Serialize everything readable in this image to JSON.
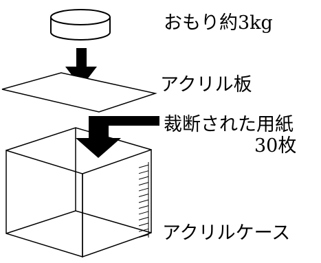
{
  "labels": {
    "weight": "おもり約3kg",
    "acrylic_plate": "アクリル板",
    "cut_paper": "裁断された用紙",
    "paper_count": "30枚",
    "acrylic_case": "アクリルケース"
  },
  "colors": {
    "line": "#000000",
    "background": "#ffffff"
  },
  "scale": {
    "tick_count": 13
  }
}
